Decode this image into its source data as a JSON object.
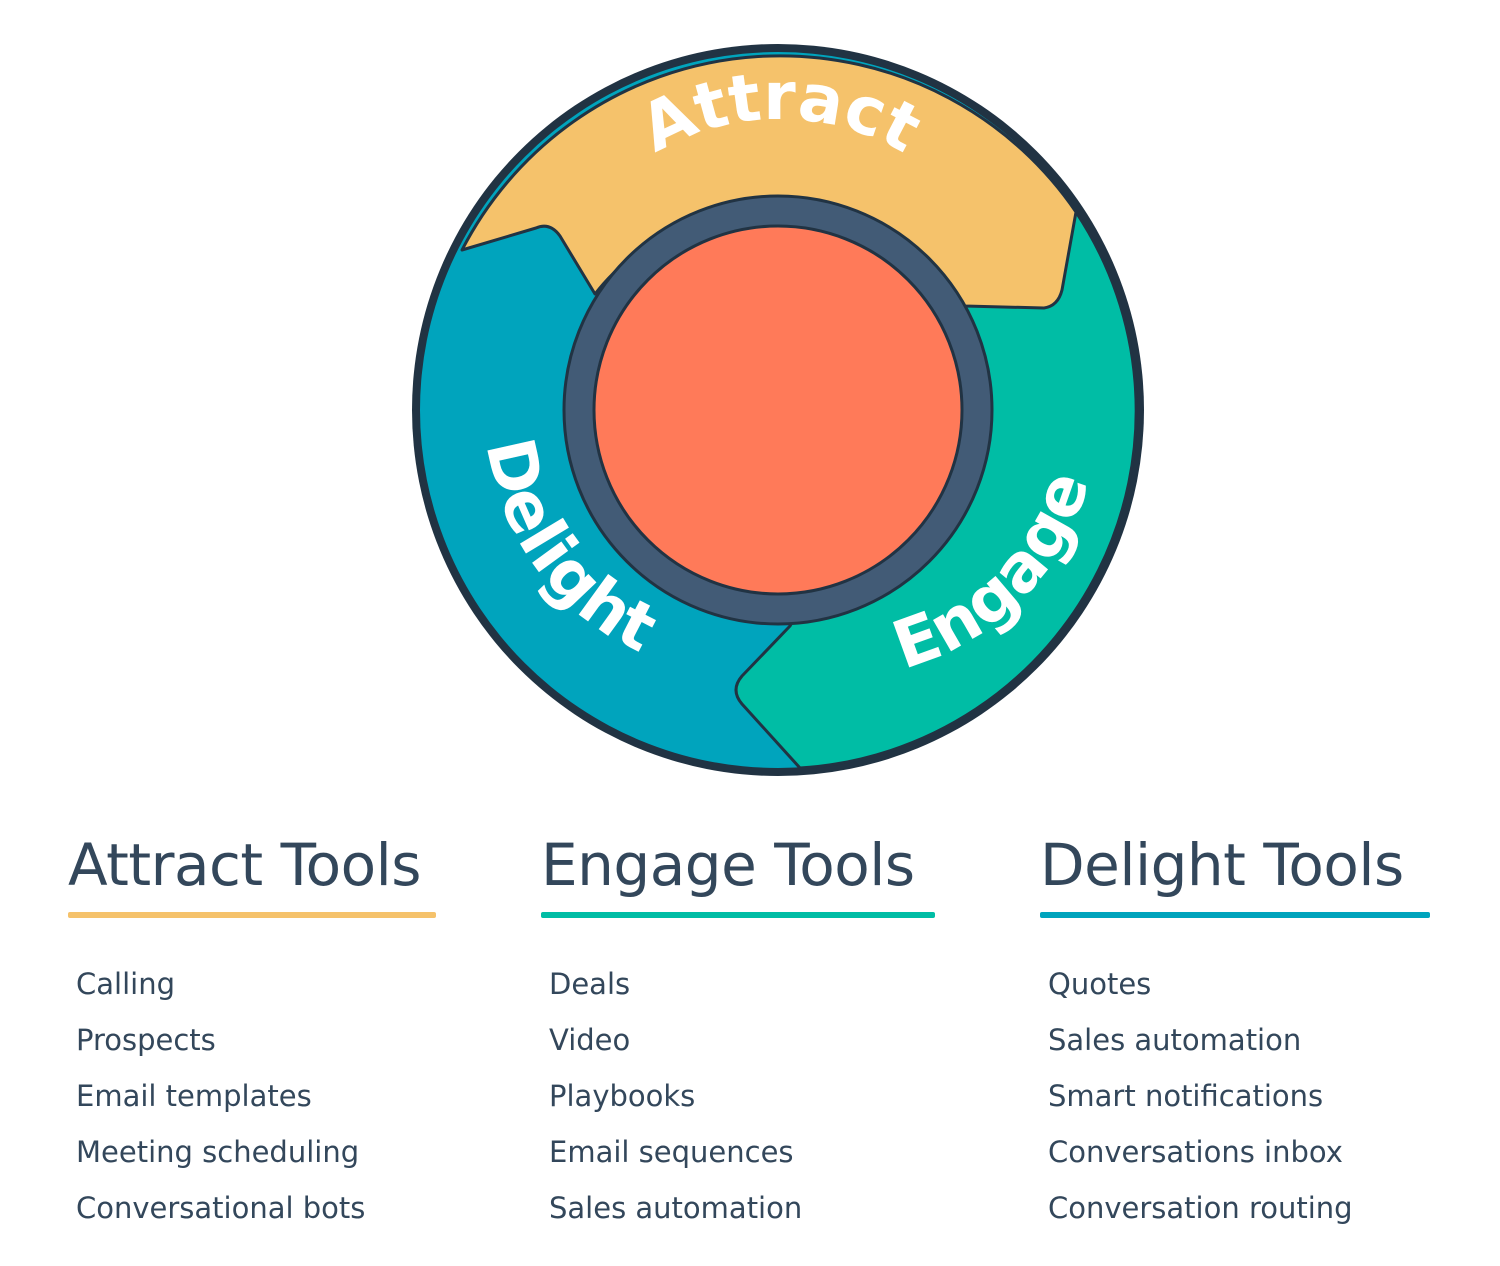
{
  "flywheel": {
    "segments": [
      {
        "label": "Attract",
        "color": "#f5c26b"
      },
      {
        "label": "Engage",
        "color": "#00bda5"
      },
      {
        "label": "Delight",
        "color": "#00a4bd"
      }
    ],
    "center_color": "#ff7a59",
    "ring_color": "#425b76",
    "outline_color": "#213343"
  },
  "columns": [
    {
      "title": "Attract Tools",
      "accent": "#f5c26b",
      "items": [
        "Calling",
        "Prospects",
        "Email templates",
        "Meeting scheduling",
        "Conversational bots"
      ]
    },
    {
      "title": "Engage Tools",
      "accent": "#00bda5",
      "items": [
        "Deals",
        "Video",
        "Playbooks",
        "Email sequences",
        "Sales automation"
      ]
    },
    {
      "title": "Delight Tools",
      "accent": "#00a4bd",
      "items": [
        "Quotes",
        "Sales automation",
        "Smart notifications",
        "Conversations inbox",
        "Conversation routing"
      ]
    }
  ]
}
